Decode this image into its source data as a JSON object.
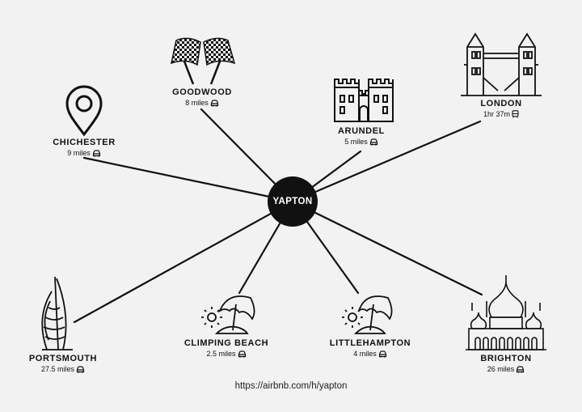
{
  "hub": {
    "label": "YAPTON"
  },
  "url": "https://airbnb.com/h/yapton",
  "colors": {
    "background": "#f2f2f2",
    "ink": "#111111",
    "hub_fill": "#111111",
    "hub_text": "#ffffff"
  },
  "destinations": [
    {
      "id": "goodwood",
      "name": "GOODWOOD",
      "distance": "8 miles",
      "transport_icon": "car-icon",
      "landmark_icon": "checkered-flags-icon"
    },
    {
      "id": "arundel",
      "name": "ARUNDEL",
      "distance": "5 miles",
      "transport_icon": "car-icon",
      "landmark_icon": "castle-icon"
    },
    {
      "id": "london",
      "name": "LONDON",
      "distance": "1hr 37m",
      "transport_icon": "train-icon",
      "landmark_icon": "tower-bridge-icon"
    },
    {
      "id": "chichester",
      "name": "CHICHESTER",
      "distance": "9 miles",
      "transport_icon": "car-icon",
      "landmark_icon": "map-pin-icon"
    },
    {
      "id": "portsmouth",
      "name": "PORTSMOUTH",
      "distance": "27.5 miles",
      "transport_icon": "car-icon",
      "landmark_icon": "spinnaker-tower-icon"
    },
    {
      "id": "climping",
      "name": "CLIMPING BEACH",
      "distance": "2.5 miles",
      "transport_icon": "car-icon",
      "landmark_icon": "beach-umbrella-icon"
    },
    {
      "id": "littlehampton",
      "name": "LITTLEHAMPTON",
      "distance": "4 miles",
      "transport_icon": "car-icon",
      "landmark_icon": "beach-umbrella-icon"
    },
    {
      "id": "brighton",
      "name": "BRIGHTON",
      "distance": "26 miles",
      "transport_icon": "car-icon",
      "landmark_icon": "royal-pavilion-icon"
    }
  ]
}
